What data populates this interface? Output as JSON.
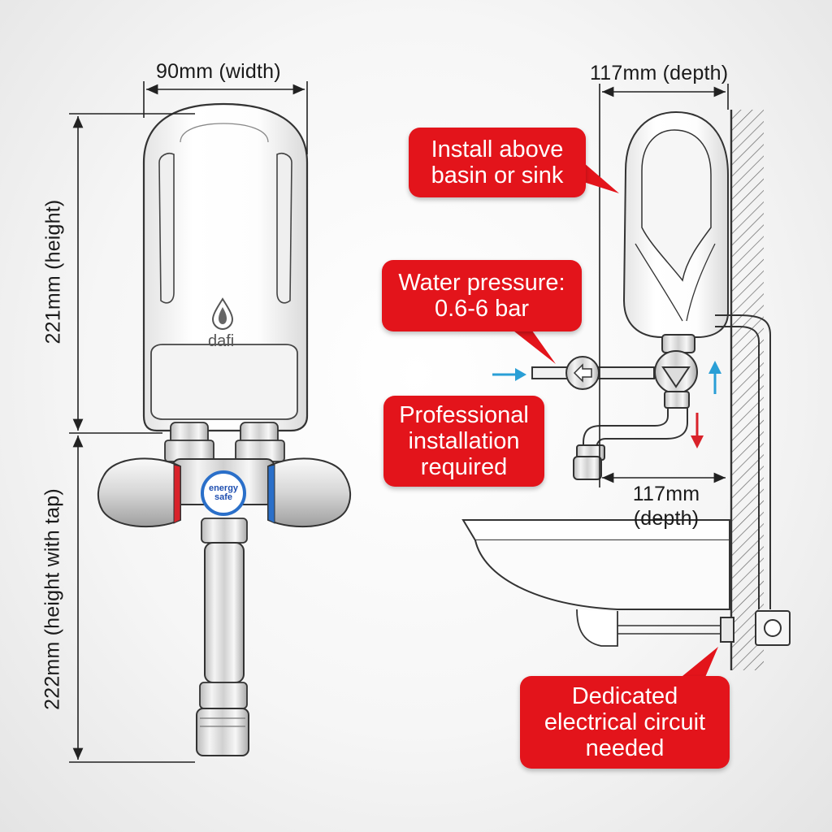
{
  "dimensions": {
    "width": "90mm (width)",
    "height": "221mm (height)",
    "height_with_tap": "222mm (height with tap)",
    "depth_top": "117mm (depth)",
    "depth_lower_value": "117mm",
    "depth_lower_unit": "(depth)"
  },
  "callouts": {
    "install": "Install above\nbasin or sink",
    "pressure": "Water pressure:\n0.6-6 bar",
    "professional": "Professional\ninstallation\nrequired",
    "electrical": "Dedicated\nelectrical circuit\nneeded"
  },
  "product": {
    "brand": "dafi",
    "badge": "energy\nsafe"
  },
  "colors": {
    "callout_red": "#e3141b",
    "hot_red": "#d9222a",
    "cold_blue": "#2a6fc9",
    "flow_in_blue": "#2a9fd6",
    "badge_blue": "#1f4fb0"
  }
}
